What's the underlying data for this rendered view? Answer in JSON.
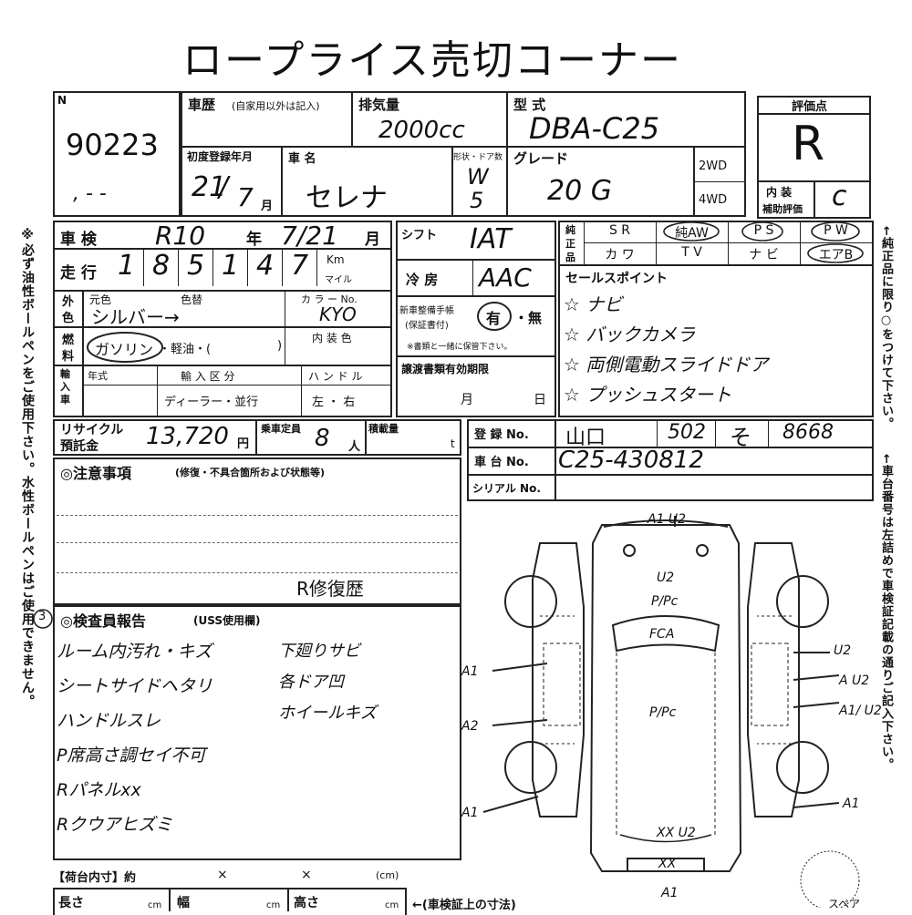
{
  "header": {
    "title": "ロープライス売切コーナー"
  },
  "lot": {
    "corner_mark": "N",
    "number": "90223",
    "sub": ", - -"
  },
  "history": {
    "label": "車歴",
    "note": "(自家用以外は記入)"
  },
  "displacement": {
    "label": "排気量",
    "value": "2000cc"
  },
  "model": {
    "label": "型 式",
    "value": "DBA-C25"
  },
  "rating": {
    "label": "評価点",
    "value": "R",
    "interior_label": "内 装",
    "aux_label": "補助評価",
    "interior_value": "c"
  },
  "registration": {
    "label": "初度登録年月",
    "value_year": "21",
    "slash": "/",
    "value_month": "7",
    "month_unit": "月"
  },
  "car_name": {
    "label": "車 名",
    "value": "セレナ"
  },
  "shape": {
    "label": "形状・ドア数",
    "value": "W",
    "doors": "5"
  },
  "grade": {
    "label": "グレード",
    "value": "20 G",
    "drive_2wd": "2WD",
    "drive_4wd": "4WD"
  },
  "shaken": {
    "label": "車 検",
    "era": "R10",
    "year_unit": "年",
    "date": "7/21",
    "month_unit": "月"
  },
  "mileage": {
    "label": "走 行",
    "digits": [
      "1",
      "8",
      "5",
      "1",
      "4",
      "7"
    ],
    "unit_km": "Km",
    "unit_mile": "マイル"
  },
  "color": {
    "side_label_1": "外",
    "side_label_2": "色",
    "original_label": "元色",
    "changed_label": "色替",
    "value": "シルバー→",
    "code_label": "カ ラ ー No.",
    "code_value": "KYO"
  },
  "fuel": {
    "side_label_1": "燃",
    "side_label_2": "料",
    "value": "ガソリン",
    "rest": "・軽油・(",
    "close": ")",
    "interior_color_label": "内 装 色"
  },
  "import": {
    "side_label": "輸入車",
    "year_label": "年式",
    "type_label": "輸 入 区 分",
    "type_value": "ディーラー・並行",
    "handle_label": "ハ ン ド ル",
    "handle_value": "左 ・ 右"
  },
  "shift": {
    "label": "シフト",
    "value": "IAT"
  },
  "ac": {
    "label": "冷 房",
    "value": "AAC"
  },
  "maintenance": {
    "label1": "新車整備手帳",
    "label2": "(保証書付)",
    "yes": "有",
    "no": "・無",
    "note": "※書類と一緒に保管下さい。"
  },
  "transfer_docs": {
    "label": "譲渡書類有効期限",
    "month": "月",
    "day": "日"
  },
  "genuine": {
    "side_1": "純",
    "side_2": "正",
    "side_3": "品",
    "row1": [
      "S R",
      "純AW",
      "P S",
      "P W"
    ],
    "row2": [
      "カ ワ",
      "T V",
      "ナ ビ",
      "エアB"
    ]
  },
  "sales_points": {
    "label": "セールスポイント",
    "items": [
      "ナビ",
      "バックカメラ",
      "両側電動スライドドア",
      "プッシュスタート"
    ]
  },
  "recycle": {
    "label1": "リサイクル",
    "label2": "預託金",
    "value": "13,720",
    "unit": "円",
    "capacity_label": "乗車定員",
    "capacity_value": "8",
    "capacity_unit": "人",
    "load_label": "積載量",
    "load_unit": "t"
  },
  "reg_no": {
    "label": "登 録 No.",
    "area": "山口",
    "class": "502",
    "kana": "そ",
    "number": "8668"
  },
  "chassis": {
    "label": "車 台 No.",
    "value": "C25-430812"
  },
  "serial": {
    "label": "シリアル No."
  },
  "notes": {
    "label": "◎注意事項",
    "sub": "(修復・不具合箇所および状態等)",
    "hand": "R修復歴"
  },
  "inspector": {
    "label": "◎検査員報告",
    "sub": "(USS使用欄)",
    "circle_mark": "3",
    "left_items": [
      "ルーム内汚れ・キズ",
      "シートサイドヘタリ",
      "ハンドルスレ",
      "P席高さ調セイ不可",
      "Rパネルxx",
      "Rクウアヒズミ"
    ],
    "right_items": [
      "下廻りサビ",
      "各ドア凹",
      "ホイールキズ"
    ]
  },
  "cargo": {
    "label": "【荷台内寸】約",
    "x1": "×",
    "x2": "×",
    "unit": "(cm)",
    "length_label": "長さ",
    "width_label": "幅",
    "height_label": "高さ",
    "cm": "cm",
    "note": "←(車検証上の寸法)"
  },
  "side_left": "※必ず油性ボールペンをご使用下さい。水性ボールペンはご使用できません。",
  "side_right_1": "←純正品に限り○をつけて下さい。",
  "side_right_2": "←車台番号は左詰めで車検証記載の通りご記入下さい。",
  "diagram": {
    "spare": "スペア",
    "marks": {
      "top": "A1 U2",
      "hood1": "U2",
      "hood2": "P/Pc",
      "windshield": "FCA",
      "roof": "P/Pc",
      "left1": "A1",
      "left2": "A2",
      "left3": "A1",
      "right1": "U2",
      "right2": "A U2",
      "right3": "A1/ U2",
      "right4": "A1",
      "rear": "XX U2",
      "rear2": "XX",
      "bottom": "A1"
    }
  }
}
